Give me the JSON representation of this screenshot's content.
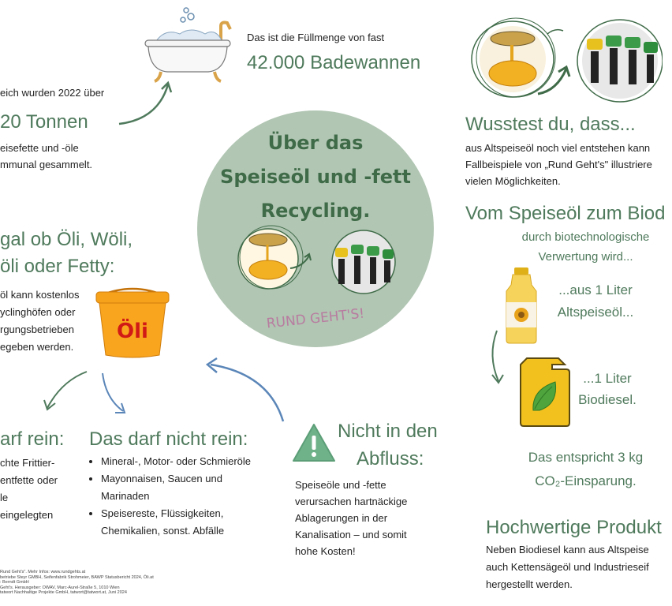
{
  "top_left": {
    "intro": "eich wurden 2022 über",
    "amount": "20 Tonnen",
    "desc1": "eisefette und -öle",
    "desc2": "mmunal gesammelt."
  },
  "top_center": {
    "intro": "Das ist die Füllmenge von fast",
    "headline": "42.000 Badewannen"
  },
  "center": {
    "title1": "Über das",
    "title2": "Speiseöl und -fett",
    "title3": "Recycling.",
    "brand": "RUND GEHT'S!"
  },
  "left_mid": {
    "h1": "gal ob Öli, Wöli,",
    "h2": "öli oder Fetty:",
    "l1": "öl kann kostenlos",
    "l2": "ycling­höfen oder",
    "l3": "rgungs­betrieben",
    "l4": "egeben werden.",
    "bucket_label": "Öli"
  },
  "allowed": {
    "title": "arf rein:",
    "l1": "chte Frittier-",
    "l2": "entfette oder",
    "l3": "le",
    "l4": "eingelegten"
  },
  "not_allowed": {
    "title": "Das darf nicht rein:",
    "items": [
      "Mineral-, Motor- oder Schmieröle",
      "Mayonnaisen, Saucen und Marinaden",
      "Speisereste, Flüssigkeiten, Chemikalien, sonst. Abfälle"
    ]
  },
  "drain": {
    "title1": "Nicht in den",
    "title2": "Abfluss:",
    "l1": "Speiseöle und -fette",
    "l2": "verursachen hartnäckige",
    "l3": "Ablagerungen in der",
    "l4": "Kanalisation – und somit",
    "l5": "hohe Kosten!"
  },
  "right_top": {
    "title": "Wusstest du, dass...",
    "l1": "aus Altspeiseöl noch viel entstehen kann",
    "l2": "Fallbeispiele von „Rund Geht's\" illustriere",
    "l3": "vielen Möglichkeiten."
  },
  "right_mid": {
    "title": "Vom Speiseöl zum Biod",
    "sub1": "durch biotechnologische",
    "sub2": "Verwertung wird...",
    "oil1": "...aus 1 Liter",
    "oil2": "Altspeiseöl...",
    "diesel1": "...1 Liter",
    "diesel2": "Biodiesel.",
    "co2_1": "Das entspricht 3 kg",
    "co2_2": "CO₂-Einsparung."
  },
  "right_bottom": {
    "title": "Hochwertige Produkt",
    "l1": "Neben Biodiesel kann aus Altspeise",
    "l2": "auch Kettensägeöl und Industrieseif",
    "l3": "hergestellt werden."
  },
  "footer": {
    "l1": "Rund Geht's\". Mehr Infos: www.rundgehts.at",
    "l2": "betriebe Steyr GMBH, Seifenfabrik Strohmeier, BAWP Statusbericht 2024, Öli.at",
    "l3": ": Berndt GmbH",
    "l4": "Geht's. Herausgeber: OWAV, Marc-Aurel-Straße 5, 1010 Wien",
    "l5": "tatwort Nachhaltige Projekte GmbH, tatwort@tatwort.at, Juni 2024"
  }
}
